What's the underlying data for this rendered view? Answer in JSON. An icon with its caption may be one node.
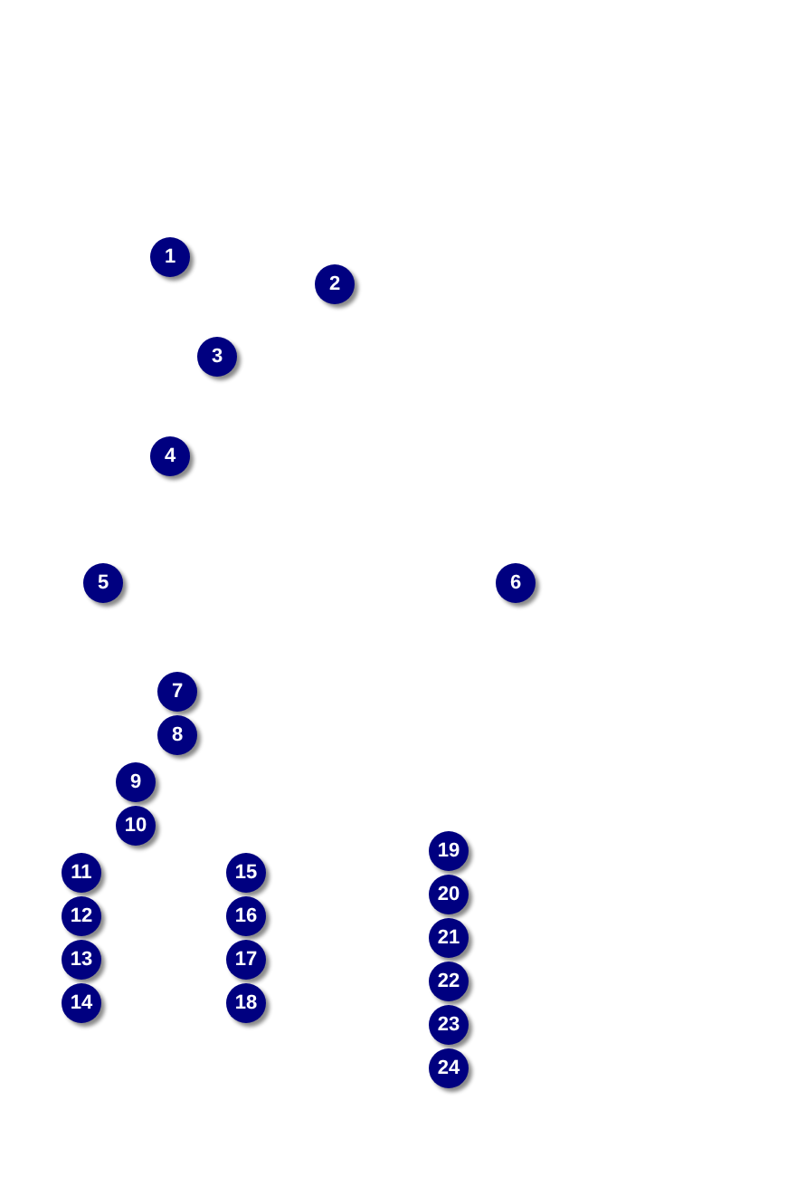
{
  "diagram": {
    "labels": [
      "1",
      "2",
      "3",
      "4",
      "5",
      "6",
      "7",
      "8",
      "9",
      "10",
      "11",
      "12",
      "13",
      "14",
      "15",
      "16",
      "17",
      "18",
      "19",
      "20",
      "21",
      "22",
      "23",
      "24"
    ]
  }
}
